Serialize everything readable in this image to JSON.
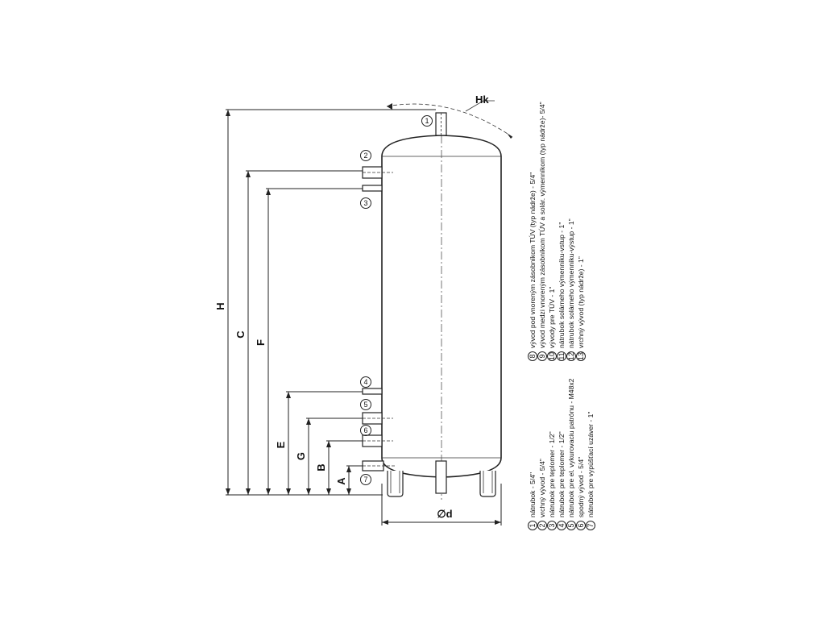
{
  "dimensions": {
    "H": "H",
    "C": "C",
    "F": "F",
    "E": "E",
    "G": "G",
    "B": "B",
    "A": "A",
    "d": "∅d",
    "Hk": "Hk"
  },
  "nozzle_numbers": [
    "1",
    "2",
    "3",
    "4",
    "5",
    "6",
    "7"
  ],
  "legend_left": [
    {
      "n": "1",
      "text": "nátrubok - 5/4\""
    },
    {
      "n": "2",
      "text": "vrchný vývod - 5/4\""
    },
    {
      "n": "3",
      "text": "nátrubok pre teplomer - 1/2\""
    },
    {
      "n": "4",
      "text": "nátrubok pre teplomer - 1/2\""
    },
    {
      "n": "5",
      "text": "nátrubok pre el. vykurovaciu patrónu - M48x2"
    },
    {
      "n": "6",
      "text": "spodný vývod - 5/4\""
    },
    {
      "n": "7",
      "text": "nátrubok pre vypúšťací uzáver - 1\""
    }
  ],
  "legend_right": [
    {
      "n": "8",
      "text": "vývod pod vnoreným zásobníkom TÚV (typ nádrže) - 5/4\""
    },
    {
      "n": "9",
      "text": "vývod medzi vnoreným zásobníkom TÚV a solár. výmenníkom (typ nádrže)- 5/4\""
    },
    {
      "n": "10",
      "text": "vývody pre TÚV - 1\""
    },
    {
      "n": "11",
      "text": "nátrubok solárneho výmenníku-vstup - 1\""
    },
    {
      "n": "12",
      "text": "nátrubok solárneho výmenníku-výstup - 1\""
    },
    {
      "n": "13",
      "text": "vrchný vývod (typ nádrže) - 1\""
    }
  ]
}
